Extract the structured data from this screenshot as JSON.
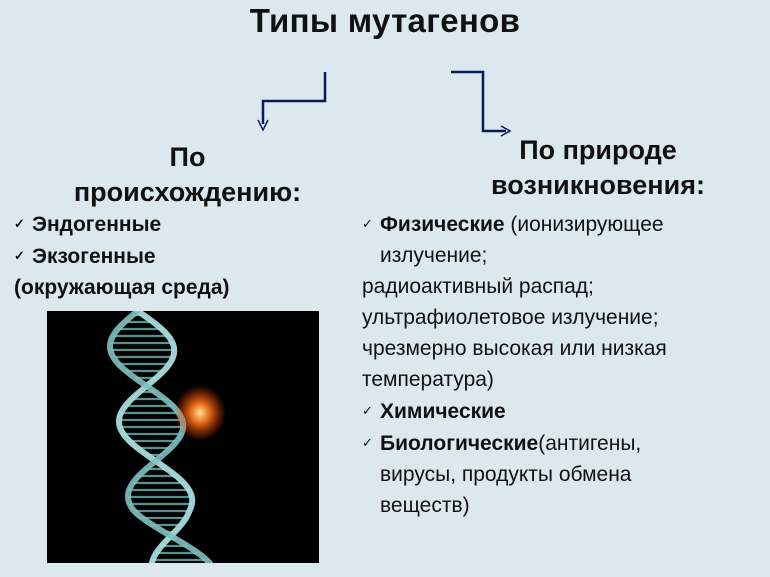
{
  "title": "Типы мутагенов",
  "left": {
    "heading_line1": "По",
    "heading_line2": "происхождению:",
    "items": [
      "Эндогенные",
      "Экзогенные"
    ],
    "note": "(окружающая среда)"
  },
  "right": {
    "heading_line1": "По природе",
    "heading_line2": "возникновения:",
    "physical_label": "Физические",
    "physical_desc_1": " (ионизирующее",
    "physical_desc_2": "излучение;",
    "physical_desc_3": "радиоактивный распад;",
    "physical_desc_4": "ультрафиолетовое излучение;",
    "physical_desc_5": "чрезмерно высокая или низкая",
    "physical_desc_6": "температура)",
    "chemical_label": "Химические",
    "biological_label": "Биологические",
    "biological_desc_1": "(антигены,",
    "biological_desc_2": "вирусы, продукты обмена",
    "biological_desc_3": "веществ)"
  },
  "icons": {
    "bullet": "check-icon"
  },
  "colors": {
    "background": "#dbe9ef",
    "arrow": "#0a1a5a",
    "dna_glow": "#ff7a1a"
  }
}
